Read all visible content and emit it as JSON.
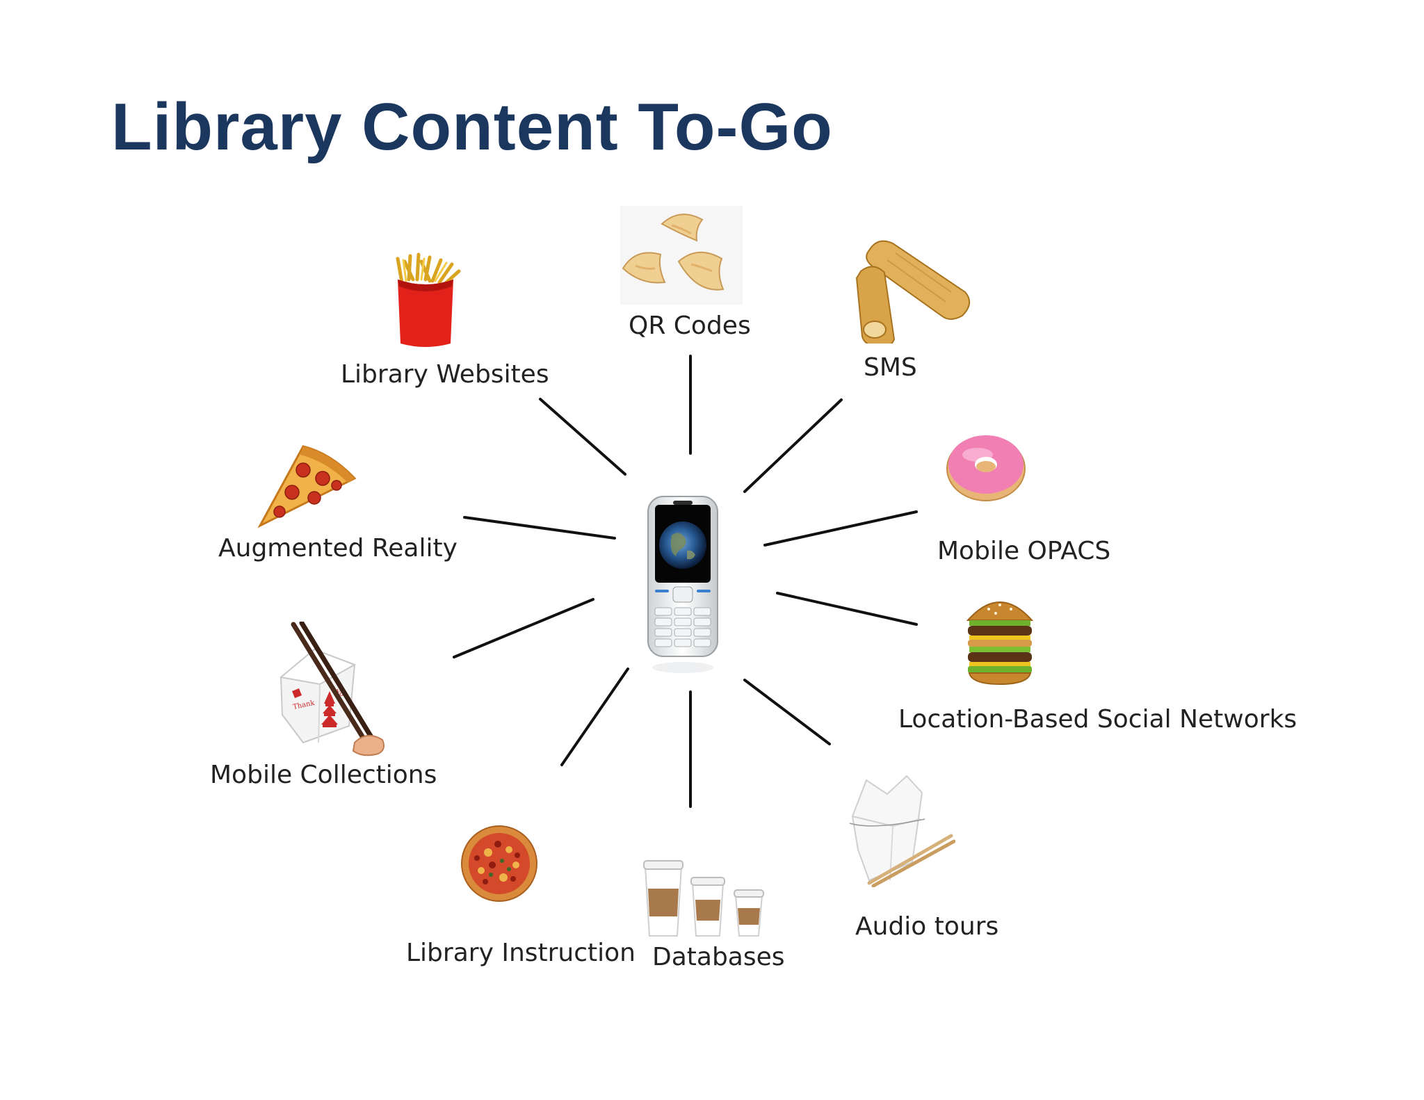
{
  "title": "Library Content To-Go",
  "center": {
    "label": "",
    "icon": "mobile-phone-icon"
  },
  "items": [
    {
      "key": "qr",
      "label": "QR Codes",
      "icon": "fortune-cookies-icon"
    },
    {
      "key": "sms",
      "label": "SMS",
      "icon": "spring-rolls-icon"
    },
    {
      "key": "web",
      "label": "Library Websites",
      "icon": "french-fries-icon"
    },
    {
      "key": "ar",
      "label": "Augmented Reality",
      "icon": "pizza-slice-icon"
    },
    {
      "key": "opac",
      "label": "Mobile OPACS",
      "icon": "donut-icon"
    },
    {
      "key": "lbsn",
      "label": "Location-Based Social Networks",
      "icon": "hamburger-icon"
    },
    {
      "key": "coll",
      "label": "Mobile Collections",
      "icon": "takeout-box-chopsticks-icon"
    },
    {
      "key": "instr",
      "label": "Library Instruction",
      "icon": "whole-pizza-icon"
    },
    {
      "key": "db",
      "label": "Databases",
      "icon": "coffee-cups-icon"
    },
    {
      "key": "audio",
      "label": "Audio tours",
      "icon": "white-takeout-box-icon"
    }
  ],
  "colors": {
    "title": "#1c375e",
    "lines": "#111111",
    "text": "#222222"
  }
}
